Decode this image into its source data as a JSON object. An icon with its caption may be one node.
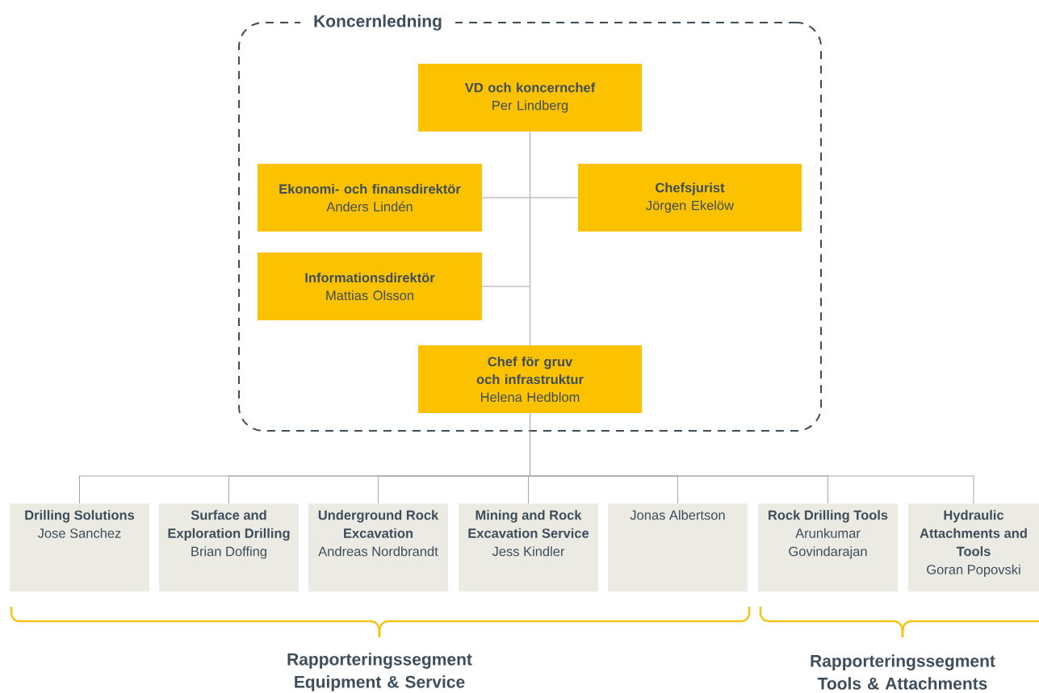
{
  "diagram": {
    "nodes": [
      {
        "text": [
          "Koncernledning"
        ]
      },
      {
        "text": [
          "VD och koncernchef",
          "Per Lindberg"
        ],
        "in": 0
      },
      {
        "text": [
          "Ekonomi- och finansdirektör",
          "Anders Lindén"
        ],
        "in": 0
      },
      {
        "text": [
          "Chefsjurist",
          "Jörgen Ekelöw"
        ],
        "in": 0
      },
      {
        "text": [
          "Informationsdirektör",
          "Mattias Olsson"
        ],
        "in": 0
      },
      {
        "text": [
          "Chef för gruv och infrastruktur",
          "Helena Hedblom"
        ],
        "in": 0
      },
      {
        "text": [
          "Drilling Solutions",
          "Jose Sanchez"
        ]
      },
      {
        "text": [
          "Surface and Exploration Drilling",
          "Brian Doffing"
        ]
      },
      {
        "text": [
          "Underground Rock Excavation",
          "Andreas Nordbrandt"
        ]
      },
      {
        "text": [
          "Mining and Rock Excavation Service",
          "Jess Kindler"
        ]
      },
      {
        "text": [
          "Jonas Albertson"
        ]
      },
      {
        "text": [
          "Rock Drilling Tools",
          "Arunkumar Govindarajan"
        ]
      },
      {
        "text": [
          "Hydraulic Attachments and Tools",
          "Goran Popovski"
        ]
      }
    ],
    "edges": [
      {
        "from": 1,
        "to": 2,
        "arrow": "none"
      },
      {
        "from": 1,
        "to": 3,
        "arrow": "none"
      },
      {
        "from": 1,
        "to": 4,
        "arrow": "none"
      },
      {
        "from": 1,
        "to": 5,
        "arrow": "none"
      },
      {
        "from": 5,
        "to": 6,
        "arrow": "none"
      },
      {
        "from": 5,
        "to": 7,
        "arrow": "none"
      },
      {
        "from": 5,
        "to": 8,
        "arrow": "none"
      },
      {
        "from": 5,
        "to": 9,
        "arrow": "none"
      },
      {
        "from": 5,
        "to": 10,
        "arrow": "none"
      },
      {
        "from": 5,
        "to": 11,
        "arrow": "none"
      },
      {
        "from": 5,
        "to": 12,
        "arrow": "none"
      }
    ],
    "labels": [
      "Rapporteringssegment Equipment & Service",
      "Rapporteringssegment Tools & Attachments"
    ]
  }
}
